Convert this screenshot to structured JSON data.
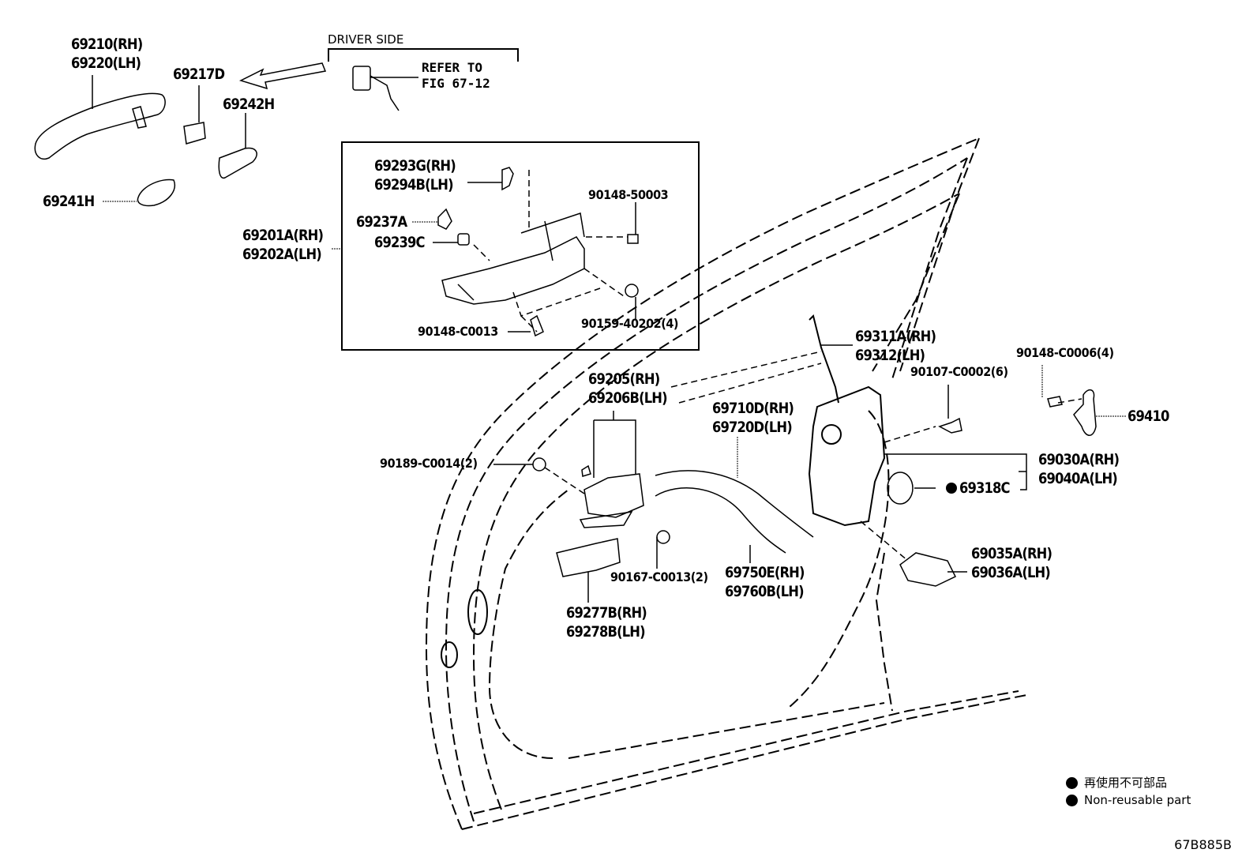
{
  "diagram": {
    "title_note": "DRIVER SIDE",
    "refer_note": [
      "REFER TO",
      "FIG 67-12"
    ],
    "figure_code": "67B885B",
    "legend": [
      {
        "symbol": "filled-circle",
        "text": "再使用不可部品"
      },
      {
        "symbol": "filled-circle",
        "text": "Non-reusable part"
      }
    ],
    "parts": {
      "p69210": [
        "69210(RH)",
        "69220(LH)"
      ],
      "p69217D": [
        "69217D"
      ],
      "p69242H": [
        "69242H"
      ],
      "p69241H": [
        "69241H"
      ],
      "p69293G": [
        "69293G(RH)",
        "69294B(LH)"
      ],
      "p69237A": [
        "69237A"
      ],
      "p69239C": [
        "69239C"
      ],
      "p69201A": [
        "69201A(RH)",
        "69202A(LH)"
      ],
      "p90148_50003": [
        "90148-50003"
      ],
      "p90148_C0013": [
        "90148-C0013"
      ],
      "p90159_40202": [
        "90159-40202(4)"
      ],
      "p69311A": [
        "69311A(RH)",
        "69312(LH)"
      ],
      "p90148_C0006": [
        "90148-C0006(4)"
      ],
      "p90107_C0002": [
        "90107-C0002(6)"
      ],
      "p69410": [
        "69410"
      ],
      "p69205": [
        "69205(RH)",
        "69206B(LH)"
      ],
      "p69710D": [
        "69710D(RH)",
        "69720D(LH)"
      ],
      "p90189_C0014": [
        "90189-C0014(2)"
      ],
      "p69030A": [
        "69030A(RH)",
        "69040A(LH)"
      ],
      "p69318C": [
        "69318C"
      ],
      "p69035A": [
        "69035A(RH)",
        "69036A(LH)"
      ],
      "p90167_C0013": [
        "90167-C0013(2)"
      ],
      "p69750E": [
        "69750E(RH)",
        "69760B(LH)"
      ],
      "p69277B": [
        "69277B(RH)",
        "69278B(LH)"
      ]
    },
    "non_reusable_parts": [
      "69318C"
    ]
  }
}
